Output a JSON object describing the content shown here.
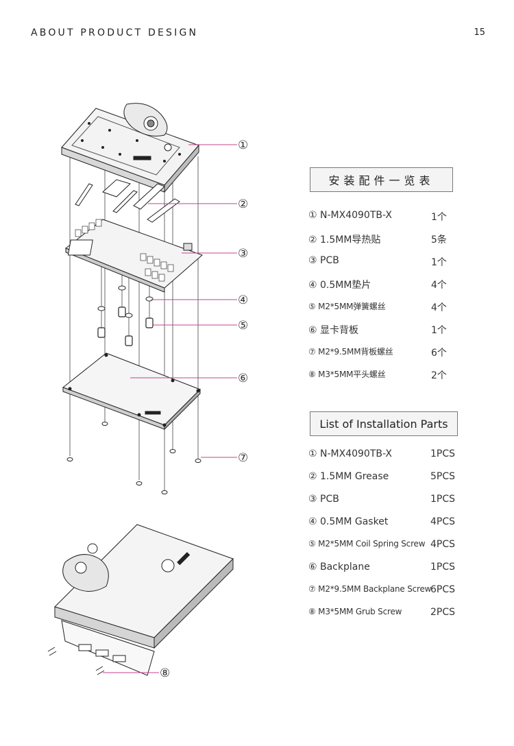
{
  "header": {
    "title": "ABOUT PRODUCT DESIGN",
    "page_number": "15"
  },
  "callouts": [
    "①",
    "②",
    "③",
    "④",
    "⑤",
    "⑥",
    "⑦",
    "⑧"
  ],
  "accent_color": "#c8418c",
  "parts_cn": {
    "title": "安装配件一览表",
    "items": [
      {
        "name": "① N-MX4090TB-X",
        "qty": "1个"
      },
      {
        "name": "② 1.5MM导热贴",
        "qty": "5条"
      },
      {
        "name": "③ PCB",
        "qty": "1个"
      },
      {
        "name": "④ 0.5MM垫片",
        "qty": "4个"
      },
      {
        "name": "⑤ M2*5MM弹簧螺丝",
        "qty": "4个"
      },
      {
        "name": "⑥ 显卡背板",
        "qty": "1个"
      },
      {
        "name": "⑦ M2*9.5MM背板螺丝",
        "qty": "6个"
      },
      {
        "name": "⑧ M3*5MM平头螺丝",
        "qty": "2个"
      }
    ]
  },
  "parts_en": {
    "title": "List of Installation Parts",
    "items": [
      {
        "name": "① N-MX4090TB-X",
        "qty": "1PCS"
      },
      {
        "name": "② 1.5MM Grease",
        "qty": "5PCS"
      },
      {
        "name": "③ PCB",
        "qty": "1PCS"
      },
      {
        "name": "④ 0.5MM Gasket",
        "qty": "4PCS"
      },
      {
        "name": "⑤ M2*5MM Coil Spring Screw",
        "qty": "4PCS"
      },
      {
        "name": "⑥ Backplane",
        "qty": "1PCS"
      },
      {
        "name": "⑦ M2*9.5MM Backplane Screw",
        "qty": "6PCS"
      },
      {
        "name": "⑧ M3*5MM Grub Screw",
        "qty": "2PCS"
      }
    ]
  }
}
